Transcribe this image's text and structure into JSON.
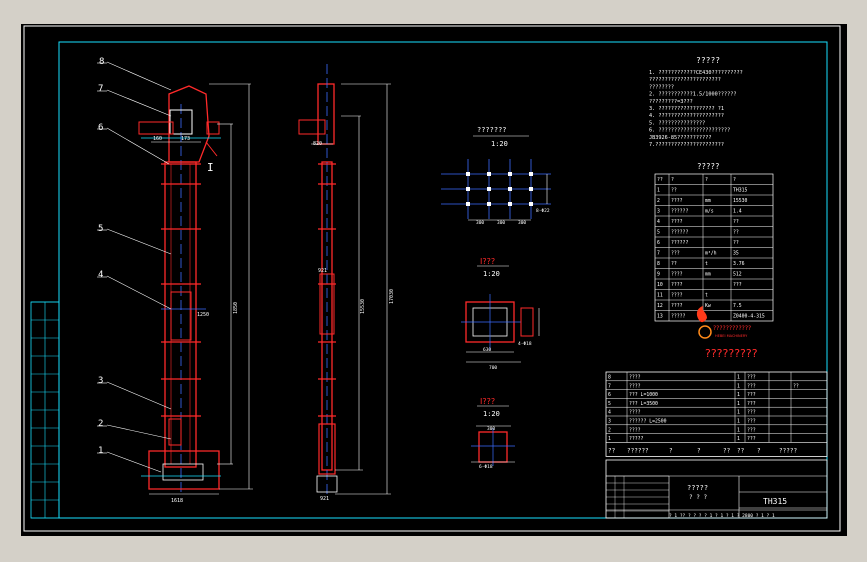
{
  "notes": {
    "title": "?????",
    "lines": [
      "1.  ????????????CE430??????????",
      "     ???????????????????????",
      "     ????????",
      "2.  ???????????1.5/1000??????",
      "     ?????????=3???",
      "3.  ??????????????????   ?1",
      "4.  ?????????????????????",
      "5.  ???????????????",
      "6.  ???????????????????????",
      "     JB3926-85???????????",
      "7.??????????????????????"
    ]
  },
  "params": {
    "title": "?????",
    "header": [
      "??",
      "?",
      "?",
      "?"
    ],
    "rows": [
      [
        "1",
        "??",
        "",
        "TH315"
      ],
      [
        "2",
        "????",
        "mm",
        "15530"
      ],
      [
        "3",
        "??????",
        "m/s",
        "1.4"
      ],
      [
        "4",
        "????",
        "",
        "??"
      ],
      [
        "5",
        "??????",
        "",
        "??"
      ],
      [
        "6",
        "??????",
        "",
        "??"
      ],
      [
        "7",
        "???",
        "m³/h",
        "35"
      ],
      [
        "8",
        "??",
        "t",
        "3.76"
      ],
      [
        "9",
        "????",
        "mm",
        "512"
      ],
      [
        "10",
        "????",
        "",
        "???"
      ],
      [
        "11",
        "????",
        "t",
        ""
      ],
      [
        "12",
        "????",
        "Kw",
        "7.5"
      ],
      [
        "13",
        "?????",
        "",
        "Z0400-4-315"
      ]
    ]
  },
  "company": {
    "logo_text": "????????????",
    "logo_sub": "HEBEI MACHINERY",
    "name": "?????????"
  },
  "bom": {
    "rows": [
      [
        "8",
        "????",
        "1",
        "???",
        "",
        ""
      ],
      [
        "7",
        "????",
        "1",
        "???",
        "",
        "??"
      ],
      [
        "6",
        "???  L=1000",
        "1",
        "???",
        "",
        ""
      ],
      [
        "5",
        "???  L=3500",
        "1",
        "???",
        "",
        ""
      ],
      [
        "4",
        "????",
        "1",
        "???",
        "",
        ""
      ],
      [
        "3",
        "??????  L=2500",
        "1",
        "???",
        "",
        ""
      ],
      [
        "2",
        "????",
        "1",
        "???",
        "",
        ""
      ],
      [
        "1",
        "?????",
        "1",
        "???",
        "",
        ""
      ]
    ],
    "header": [
      "??",
      "??????",
      "?",
      "?",
      "??",
      "??",
      "?",
      "?????"
    ]
  },
  "title_block": {
    "name": "?????",
    "sub": "?  ?  ?",
    "drawing_no": "TH315",
    "footer": "? 1  ??  ?  ?  ?     ?  1  ?  1  ?  1  ?  2800  ?  1  ?  1"
  },
  "views": {
    "plan_view": {
      "title": "???????",
      "scale": "1:20",
      "dims": [
        "300",
        "300",
        "300"
      ],
      "bolt": "8-Φ22"
    },
    "section_a": {
      "title": "I???",
      "scale": "1:20",
      "dims": [
        "630",
        "700",
        "4-Φ18"
      ]
    },
    "section_b": {
      "title": "I???",
      "scale": "1:20",
      "dims": [
        "300",
        "6-Φ18"
      ]
    }
  },
  "elevator": {
    "balloons": [
      "8",
      "7",
      "6",
      "5",
      "4",
      "3",
      "2",
      "1"
    ],
    "callout": "I",
    "dims": [
      "160",
      "173",
      "1250",
      "1618",
      "921",
      "820",
      "15530",
      "17030",
      "1850",
      "921"
    ]
  }
}
